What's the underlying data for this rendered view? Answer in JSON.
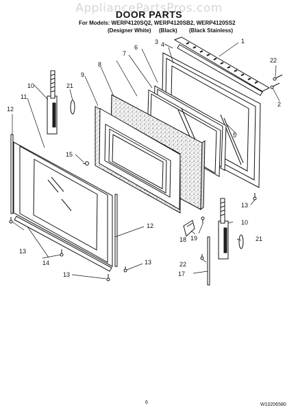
{
  "watermark": "AppliancePartsPros.com",
  "title": "DOOR PARTS",
  "models_line": "For Models: WERP4120SQ2, WERP4120SB2, WERP4120SS2",
  "variants": [
    "(Designer White)",
    "(Black)",
    "(Black Stainless)"
  ],
  "page_number": "6",
  "document_code": "W10206580",
  "callouts": [
    "1",
    "2",
    "3",
    "4",
    "5",
    "6",
    "7",
    "8",
    "9",
    "10",
    "10",
    "11",
    "12",
    "12",
    "13",
    "13",
    "13",
    "13",
    "14",
    "15",
    "17",
    "18",
    "19",
    "21",
    "21",
    "22",
    "22"
  ]
}
